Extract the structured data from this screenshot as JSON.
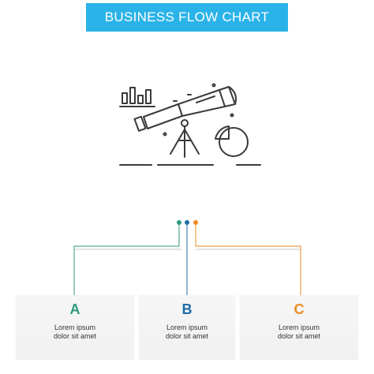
{
  "banner": {
    "title": "BUSINESS FLOW CHART",
    "color": "#2ab3e8"
  },
  "illustration": {
    "icon": "telescope-analytics-icon",
    "parts": [
      "bar-chart-icon",
      "telescope-icon",
      "pie-chart-icon"
    ]
  },
  "steps": [
    {
      "letter": "A",
      "line1": "Lorem ipsum",
      "line2": "dolor sit amet",
      "color": "#2e9a7e"
    },
    {
      "letter": "B",
      "line1": "Lorem ipsum",
      "line2": "dolor sit amet",
      "color": "#1d6da6"
    },
    {
      "letter": "C",
      "line1": "Lorem ipsum",
      "line2": "dolor sit amet",
      "color": "#ef8a1f"
    }
  ]
}
